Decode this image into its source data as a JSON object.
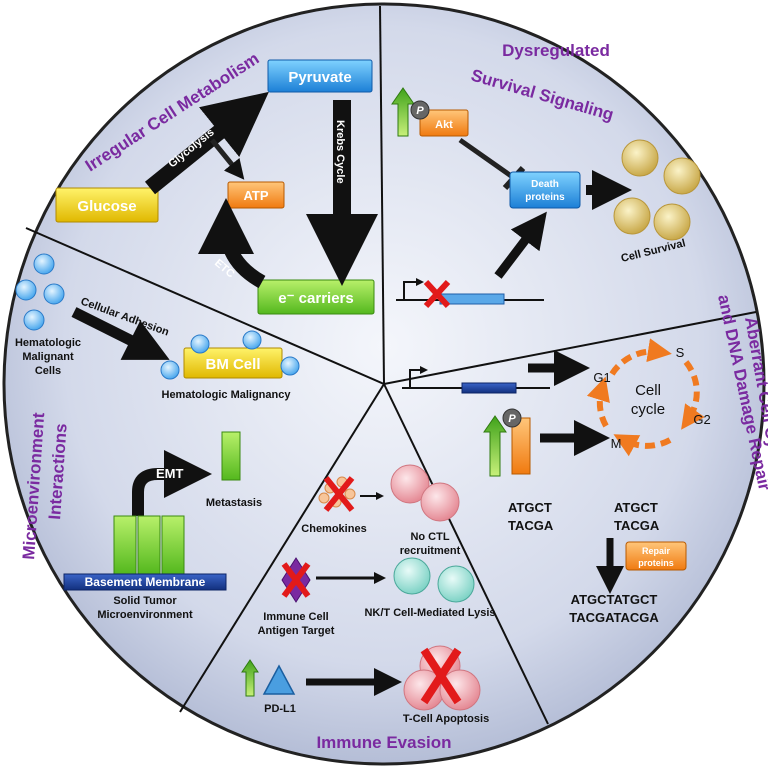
{
  "sections": {
    "metabolism": {
      "title": "Irregular Cell Metabolism",
      "pyruvate": "Pyruvate",
      "glucose": "Glucose",
      "atp": "ATP",
      "e_carriers": "e⁻ carriers",
      "glycolysis": "Glycolysis",
      "krebs": "Krebs Cycle",
      "etc": "ETC"
    },
    "survival": {
      "title_line1": "Dysregulated",
      "title_line2": "Survival Signaling",
      "akt": "Akt",
      "p": "P",
      "death_line1": "Death",
      "death_line2": "proteins",
      "cell_survival": "Cell Survival"
    },
    "cycling": {
      "title_line1": "Aberrant Cell Cycling",
      "title_line2": "and DNA Damage Repair",
      "g1": "G1",
      "s": "S",
      "g2": "G2",
      "m": "M",
      "cell": "Cell",
      "cycle": "cycle",
      "p": "P",
      "dna1_top": "ATGCT",
      "dna1_bot": "TACGA",
      "dna2_top": "ATGCT",
      "dna2_bot": "TACGA",
      "repair_line1": "Repair",
      "repair_line2": "proteins",
      "dna3_top": "ATGCTATGCT",
      "dna3_bot": "TACGATACGA"
    },
    "immune": {
      "title": "Immune Evasion",
      "chemokines": "Chemokines",
      "no_ctl_line1": "No CTL",
      "no_ctl_line2": "recruitment",
      "antigen_line1": "Immune Cell",
      "antigen_line2": "Antigen Target",
      "nk_lysis": "NK/T Cell-Mediated Lysis",
      "pdl1": "PD-L1",
      "tcell_apoptosis": "T-Cell Apoptosis"
    },
    "micro": {
      "title_line1": "Microenvironment",
      "title_line2": "Interactions",
      "cells_line1": "Hematologic",
      "cells_line2": "Malignant",
      "cells_line3": "Cells",
      "adhesion": "Cellular Adhesion",
      "bm_cell": "BM Cell",
      "heme_malignancy": "Hematologic Malignancy",
      "emt": "EMT",
      "metastasis": "Metastasis",
      "basement": "Basement Membrane",
      "solid_line1": "Solid Tumor",
      "solid_line2": "Microenvironment"
    }
  },
  "colors": {
    "accent_title": "#7a2aa0",
    "background_disc": "#c8d0e6"
  }
}
